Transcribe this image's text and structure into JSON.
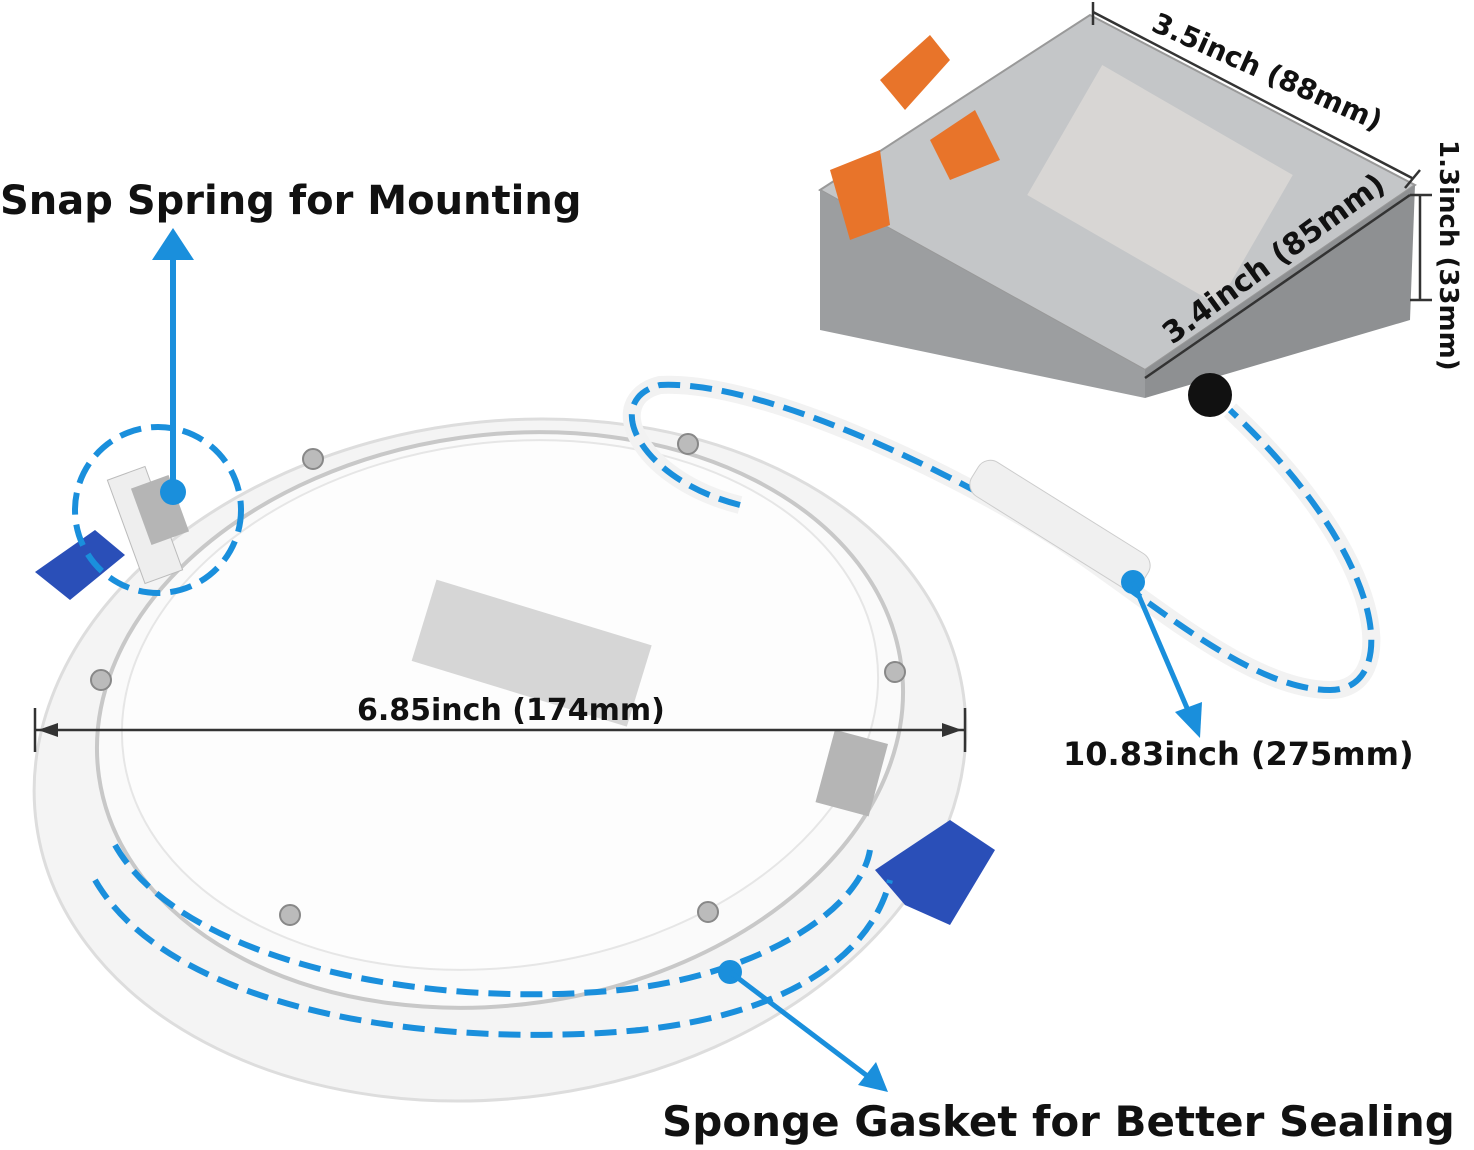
{
  "labels": {
    "snap_spring": "Snap Spring for Mounting",
    "box_length": "3.5inch (88mm)",
    "box_height": "1.3inch (33mm)",
    "box_width": "3.4inch (85mm)",
    "panel_diameter": "6.85inch (174mm)",
    "cable_length": "10.83inch (275mm)",
    "sponge_gasket": "Sponge Gasket for Better Sealing"
  },
  "colors": {
    "annotation_blue": "#1a8fdc",
    "clip_blue": "#2a4fb8",
    "box_gray": "#a9abad",
    "wire_nut_orange": "#e8742a"
  }
}
